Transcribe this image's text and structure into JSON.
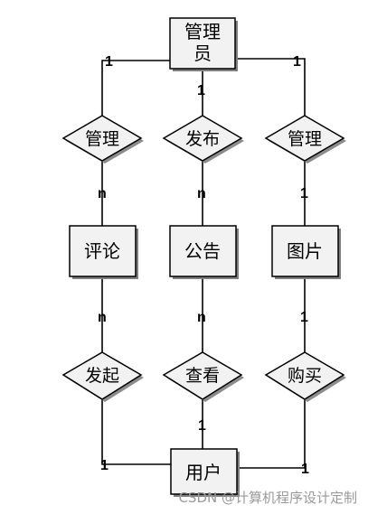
{
  "entities": {
    "admin": [
      "管理",
      "员"
    ],
    "comment": "评论",
    "notice": "公告",
    "image": "图片",
    "user": "用户"
  },
  "relationships": {
    "manage_comment": "管理",
    "publish": "发布",
    "manage_image": "管理",
    "initiate": "发起",
    "view": "查看",
    "buy": "购买"
  },
  "cardinalities": {
    "admin_left": "1",
    "admin_middle": "1",
    "admin_right": "1",
    "comment_top": "n",
    "notice_top": "n",
    "image_top": "1",
    "comment_bottom": "n",
    "notice_bottom": "n",
    "image_bottom": "1",
    "user_left": "1",
    "user_middle": "1",
    "user_right": "1"
  },
  "watermark": "CSDN @计算机程序设计定制"
}
